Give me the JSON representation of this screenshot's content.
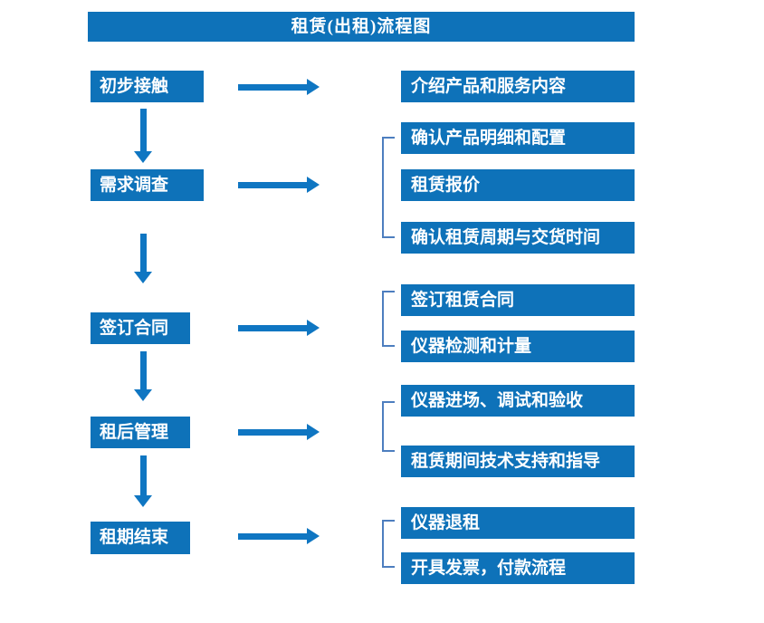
{
  "title": "租赁(出租)流程图",
  "colors": {
    "box_blue": "#0e72b9",
    "arrow_blue": "#0f76c2",
    "bracket_blue": "#4d7ebf",
    "text_white": "#ffffff"
  },
  "stages": [
    {
      "label": "初步接触",
      "details": [
        "介绍产品和服务内容"
      ]
    },
    {
      "label": "需求调查",
      "details": [
        "确认产品明细和配置",
        "租赁报价",
        "确认租赁周期与交货时间"
      ]
    },
    {
      "label": "签订合同",
      "details": [
        "签订租赁合同",
        "仪器检测和计量"
      ]
    },
    {
      "label": "租后管理",
      "details": [
        "仪器进场、调试和验收",
        "租赁期间技术支持和指导"
      ]
    },
    {
      "label": "租期结束",
      "details": [
        "仪器退租",
        "开具发票，付款流程"
      ]
    }
  ]
}
